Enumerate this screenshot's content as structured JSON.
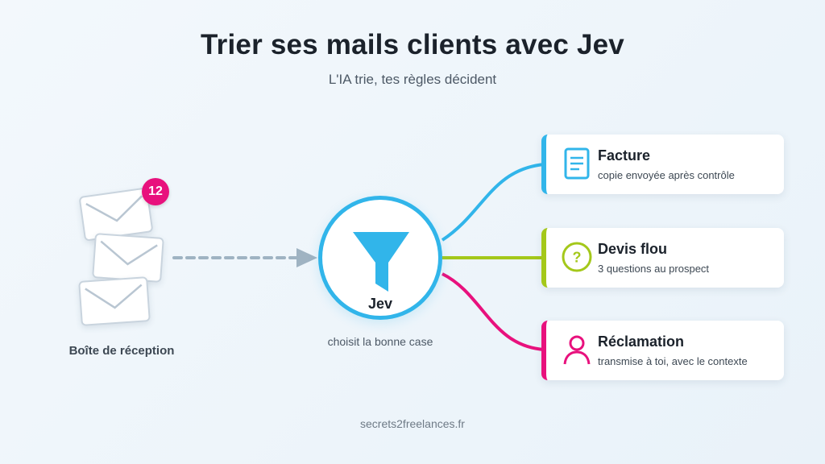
{
  "header": {
    "title": "Trier ses mails clients avec Jev",
    "subtitle": "L'IA trie, tes règles décident"
  },
  "inbox": {
    "label": "Boîte de réception",
    "unread_count": "12"
  },
  "hub": {
    "label": "Jev",
    "caption": "choisit la bonne case"
  },
  "categories": [
    {
      "title": "Facture",
      "description": "copie envoyée après contrôle",
      "color": "#31b5ea",
      "icon": "document-icon"
    },
    {
      "title": "Devis flou",
      "description": "3 questions au prospect",
      "color": "#a4c81a",
      "icon": "question-icon"
    },
    {
      "title": "Réclamation",
      "description": "transmise à toi, avec le contexte",
      "color": "#e8117d",
      "icon": "user-icon"
    }
  ],
  "footer": {
    "text": "secrets2freelances.fr"
  }
}
